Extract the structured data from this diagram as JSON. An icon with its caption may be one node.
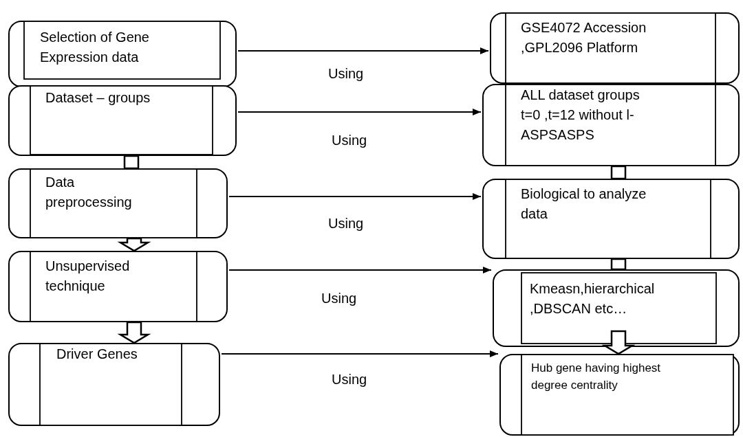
{
  "diagram": {
    "nodes": [
      {
        "text": [
          "Selection of Gene Expression data"
        ]
      },
      {
        "text": [
          "Dataset – groups"
        ]
      },
      {
        "text": [
          "Data preprocessing"
        ]
      },
      {
        "text": [
          "Unsupervised technique"
        ]
      },
      {
        "text": [
          "Driver Genes"
        ]
      },
      {
        "text": [
          "GSE4072 Accession ,GPL2096 Platform"
        ]
      },
      {
        "text": [
          "ALL dataset groups t=0 ,t=12 without l-ASPSASPS"
        ]
      },
      {
        "text": [
          "Biological to analyze data"
        ]
      },
      {
        "text": [
          "Kmeasn,hierarchical ,DBSCAN etc…"
        ]
      },
      {
        "text": [
          "Hub gene having highest degree centrality"
        ]
      }
    ],
    "edges": [
      {
        "from": 0,
        "to": 5,
        "arrow": "to",
        "label": "Using"
      },
      {
        "from": 1,
        "to": 6,
        "arrow": "to",
        "label": "Using"
      },
      {
        "from": 2,
        "to": 7,
        "arrow": "to",
        "label": "Using"
      },
      {
        "from": 3,
        "to": 8,
        "arrow": "to",
        "label": "Using"
      },
      {
        "from": 4,
        "to": 9,
        "arrow": "to",
        "label": "Using"
      },
      {
        "from": 1,
        "to": 2,
        "arrow": "none",
        "style": "thick"
      },
      {
        "from": 2,
        "to": 3,
        "arrow": "to",
        "style": "thick"
      },
      {
        "from": 3,
        "to": 4,
        "arrow": "to",
        "style": "thick"
      },
      {
        "from": 6,
        "to": 7,
        "arrow": "none",
        "style": "thick"
      },
      {
        "from": 7,
        "to": 8,
        "arrow": "none",
        "style": "thick"
      },
      {
        "from": 8,
        "to": 9,
        "arrow": "to",
        "style": "thick"
      }
    ]
  }
}
